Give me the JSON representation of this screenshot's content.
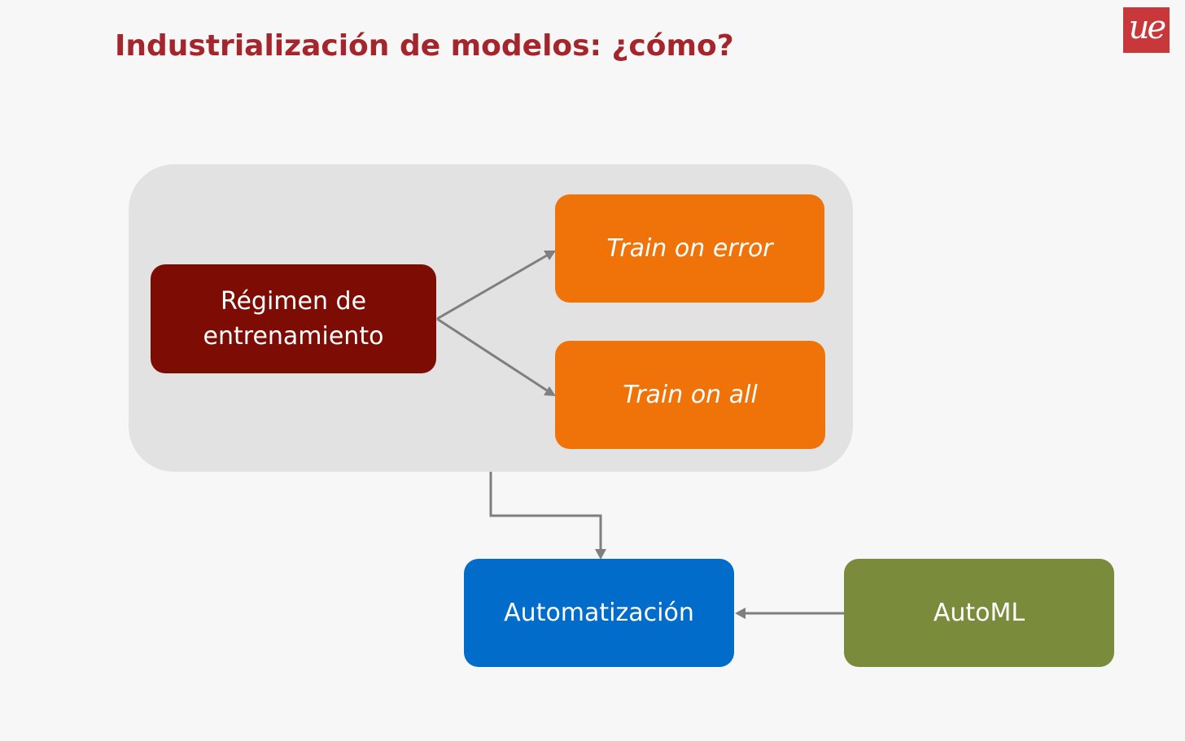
{
  "slide": {
    "title": "Industrialización de modelos: ¿cómo?",
    "logo_text": "ue"
  },
  "nodes": {
    "regimen": "Régimen de entrenamiento",
    "train_on_error": "Train on error",
    "train_on_all": "Train on all",
    "automatizacion": "Automatización",
    "automl": "AutoML"
  },
  "colors": {
    "title": "#a4262c",
    "logo": "#c8373a",
    "group_background": "#e2e2e2",
    "regimen": "#7d0d04",
    "train_boxes": "#ef7308",
    "automatizacion": "#016cc9",
    "automl": "#7a8b3c",
    "connectors": "#7f7f7f"
  }
}
